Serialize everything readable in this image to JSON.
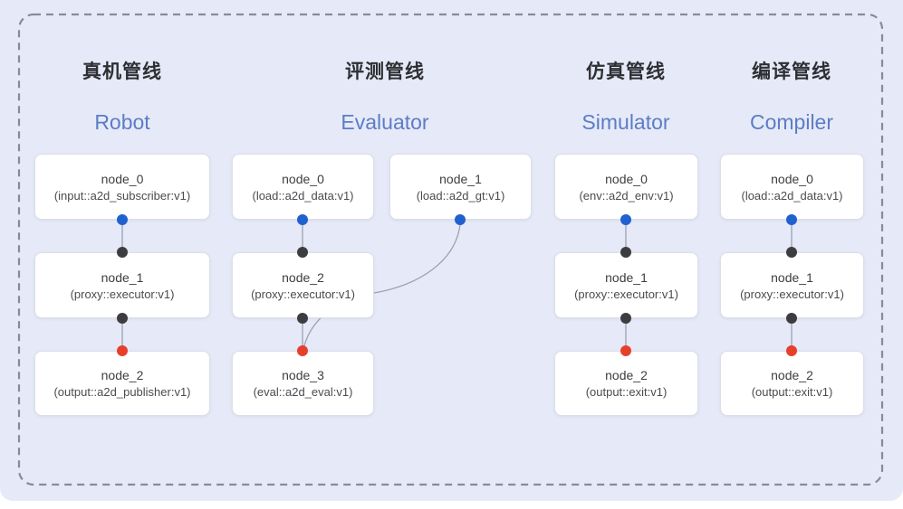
{
  "colors": {
    "page_bg": "#ffffff",
    "background": "#e6eaf8",
    "dashed_border": "#868c97",
    "node_bg": "#ffffff",
    "node_border": "#dcdfe8",
    "connector": "#9aa2b1",
    "dot_blue": "#2160cf",
    "dot_dark": "#3d3d3f",
    "dot_red": "#e6402c",
    "title_zh": "#2e2f33",
    "title_en": "#5c7cc5",
    "node_name": "#3d3e42",
    "node_type": "#4a4b50"
  },
  "pipelines": [
    {
      "title_zh": "真机管线",
      "title_en": "Robot",
      "nodes": [
        {
          "name": "node_0",
          "type": "(input::a2d_subscriber:v1)"
        },
        {
          "name": "node_1",
          "type": "(proxy::executor:v1)"
        },
        {
          "name": "node_2",
          "type": "(output::a2d_publisher:v1)"
        }
      ]
    },
    {
      "title_zh": "评测管线",
      "title_en": "Evaluator",
      "nodes": [
        {
          "name": "node_0",
          "type": "(load::a2d_data:v1)"
        },
        {
          "name": "node_1",
          "type": "(load::a2d_gt:v1)"
        },
        {
          "name": "node_2",
          "type": "(proxy::executor:v1)"
        },
        {
          "name": "node_3",
          "type": "(eval::a2d_eval:v1)"
        }
      ]
    },
    {
      "title_zh": "仿真管线",
      "title_en": "Simulator",
      "nodes": [
        {
          "name": "node_0",
          "type": "(env::a2d_env:v1)"
        },
        {
          "name": "node_1",
          "type": "(proxy::executor:v1)"
        },
        {
          "name": "node_2",
          "type": "(output::exit:v1)"
        }
      ]
    },
    {
      "title_zh": "编译管线",
      "title_en": "Compiler",
      "nodes": [
        {
          "name": "node_0",
          "type": "(load::a2d_data:v1)"
        },
        {
          "name": "node_1",
          "type": "(proxy::executor:v1)"
        },
        {
          "name": "node_2",
          "type": "(output::exit:v1)"
        }
      ]
    }
  ]
}
